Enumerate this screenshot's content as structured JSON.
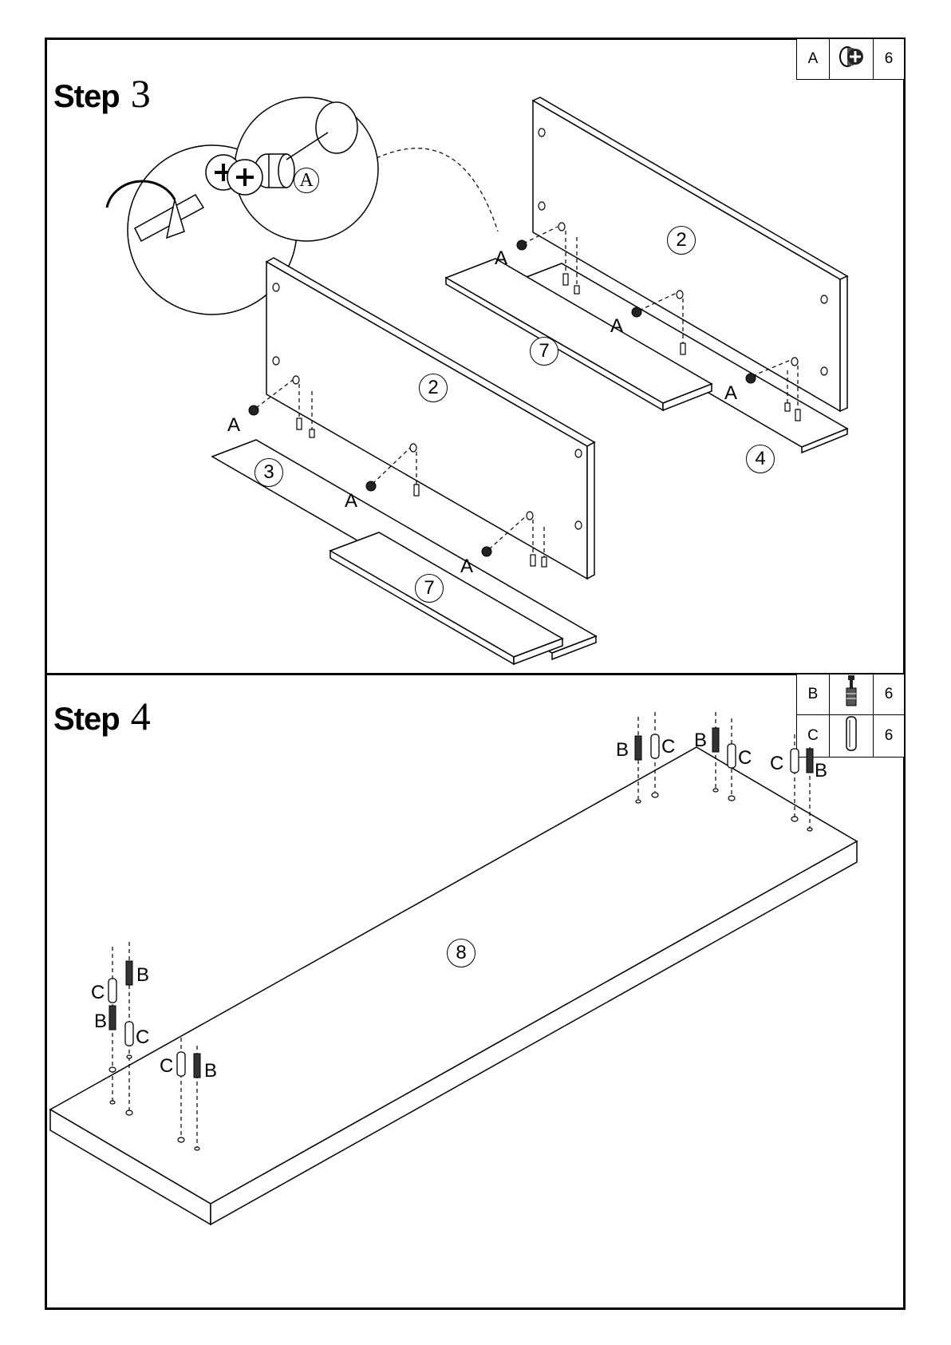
{
  "steps": [
    {
      "word": "Step",
      "number": "3",
      "parts": [
        {
          "letter": "A",
          "icon": "cam-lock-icon",
          "qty": "6"
        }
      ],
      "callout_letter": "A",
      "part_labels": [
        "2",
        "2",
        "3",
        "4",
        "7",
        "7"
      ],
      "hardware_label": "A"
    },
    {
      "word": "Step",
      "number": "4",
      "parts": [
        {
          "letter": "B",
          "icon": "cam-bolt-icon",
          "qty": "6"
        },
        {
          "letter": "C",
          "icon": "wooden-dowel-icon",
          "qty": "6"
        }
      ],
      "part_labels": [
        "8"
      ],
      "hardware_labels": [
        "B",
        "C"
      ]
    }
  ]
}
